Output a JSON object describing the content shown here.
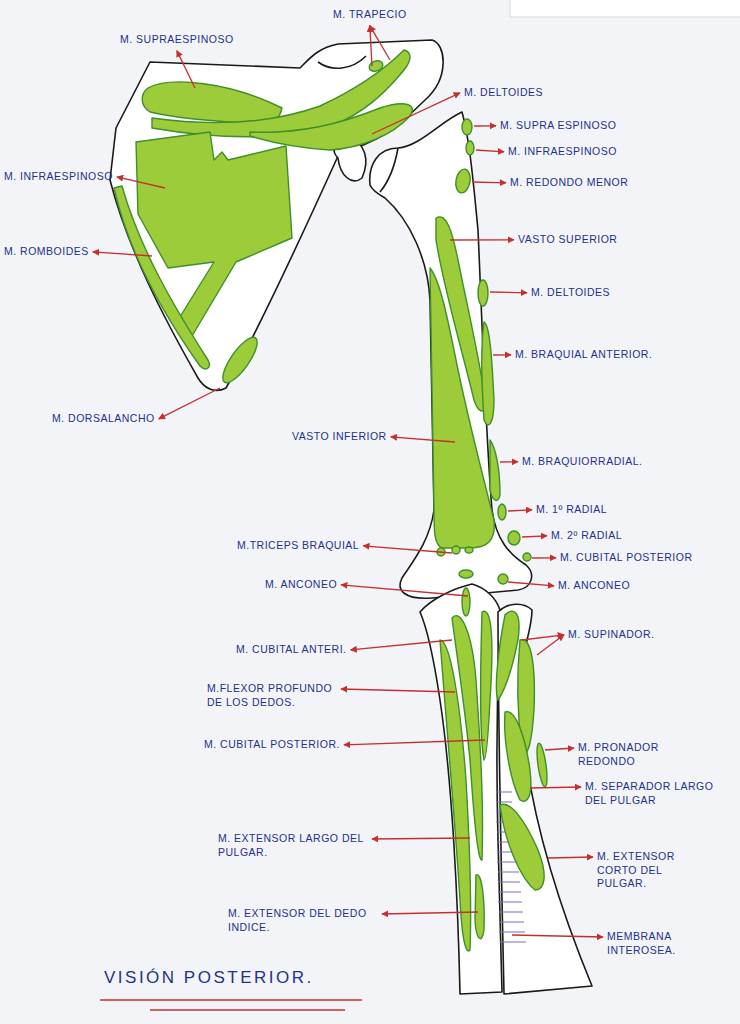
{
  "diagram": {
    "title": "VISIÓN POSTERIOR.",
    "labels": [
      "M. TRAPECIO",
      "M. SUPRAESPINOSO",
      "M. DELTOIDES",
      "M. SUPRA ESPINOSO",
      "M. INFRAESPINOSO",
      "M. INFRAESPINOSO",
      "M. REDONDO MENOR",
      "VASTO SUPERIOR",
      "M. ROMBOIDES",
      "M. DELTOIDES",
      "M. BRAQUIAL ANTERIOR.",
      "M. DORSALANCHO",
      "VASTO INFERIOR",
      "M. BRAQUIORRADIAL.",
      "M. 1º RADIAL",
      "M. 2º RADIAL",
      "M.TRICEPS BRAQUIAL",
      "M. CUBITAL POSTERIOR",
      "M. ANCONEO",
      "M. ANCONEO",
      "M. SUPINADOR.",
      "M. CUBITAL ANTERI.",
      "M.FLEXOR PROFUNDO DE LOS DEDOS.",
      "M. CUBITAL POSTERIOR.",
      "M. PRONADOR REDONDO",
      "M. SEPARADOR LARGO DEL PULGAR",
      "M. EXTENSOR LARGO DEL PULGAR.",
      "M. EXTENSOR CORTO DEL PULGAR.",
      "M. EXTENSOR DEL DEDO INDICE.",
      "MEMBRANA INTEROSEA."
    ]
  }
}
